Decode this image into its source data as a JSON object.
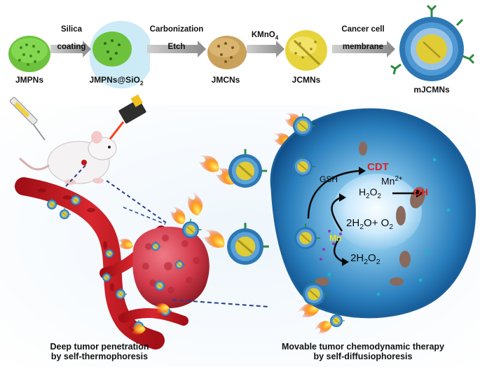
{
  "steps": [
    {
      "name": "JMPNs"
    },
    {
      "name_main": "JMPNs@SiO",
      "name_sub": "2"
    },
    {
      "name": "JMCNs"
    },
    {
      "name": "JCMNs"
    },
    {
      "name": "mJCMNs"
    }
  ],
  "arrows": [
    {
      "line1": "Silica",
      "line2": "coating"
    },
    {
      "line1": "Carbonization",
      "line2": "Etch"
    },
    {
      "line1_main": "KMnO",
      "line1_sub": "4"
    },
    {
      "line1": "Cancer cell",
      "line2": "membrane"
    }
  ],
  "cell": {
    "cdt": "CDT",
    "mn": "Mn",
    "mn_charge": "2+",
    "h2o2_a": "H",
    "h2o2_b": "2",
    "h2o2_c": "O",
    "h2o2_d": "2",
    "oh": "OH",
    "gsh": "GSH",
    "water_a": "2H",
    "water_b": "2",
    "water_c": "O+ O",
    "water_d": "2",
    "mn_yellow": "Mn",
    "h2o2_bottom_a": "2H",
    "h2o2_bottom_b": "2",
    "h2o2_bottom_c": "O",
    "h2o2_bottom_d": "2"
  },
  "captions": {
    "left_line1": "Deep tumor penetration",
    "left_line2": "by self-thermophoresis",
    "right_line1": "Movable tumor chemodynamic therapy",
    "right_line2": "by self-diffusiophoresis"
  },
  "colors": {
    "jmpn_green": "#7ccf4a",
    "jmcn_brown": "#c9a15a",
    "jcmn_yellow": "#e7d43c",
    "membrane_blue": "#2d78b4",
    "vessel_red": "#c4161c",
    "tumor_red": "#d23a4a",
    "cell_blue": "#3f93c9",
    "text_red": "#e02020"
  }
}
